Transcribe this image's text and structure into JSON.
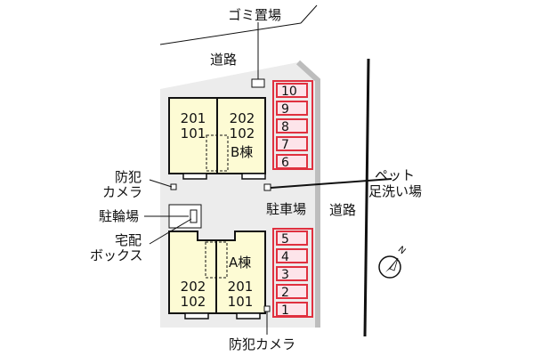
{
  "labels": {
    "garbage": "ゴミ置場",
    "road_top": "道路",
    "road_right": "道路",
    "parking": "駐車場",
    "camera_left_1": "防犯",
    "camera_left_2": "カメラ",
    "bicycle": "駐輪場",
    "delivery_1": "宅配",
    "delivery_2": "ボックス",
    "pet_1": "ペット",
    "pet_2": "足洗い場",
    "camera_bottom": "防犯カメラ"
  },
  "building_b": {
    "name": "B棟",
    "left_unit": {
      "upper": "201",
      "lower": "101"
    },
    "right_unit": {
      "upper": "202",
      "lower": "102"
    }
  },
  "building_a": {
    "name": "A棟",
    "left_unit": {
      "upper": "202",
      "lower": "102"
    },
    "right_unit": {
      "upper": "201",
      "lower": "101"
    }
  },
  "parking_upper": [
    "10",
    "9",
    "8",
    "7",
    "6"
  ],
  "parking_lower": [
    "5",
    "4",
    "3",
    "2",
    "1"
  ],
  "compass": {
    "letter": "N"
  },
  "colors": {
    "site": "#ececec",
    "building": "#fdfbd4",
    "parking_fill": "#fde4ea",
    "parking_border": "#e0303f",
    "line": "#111111"
  }
}
